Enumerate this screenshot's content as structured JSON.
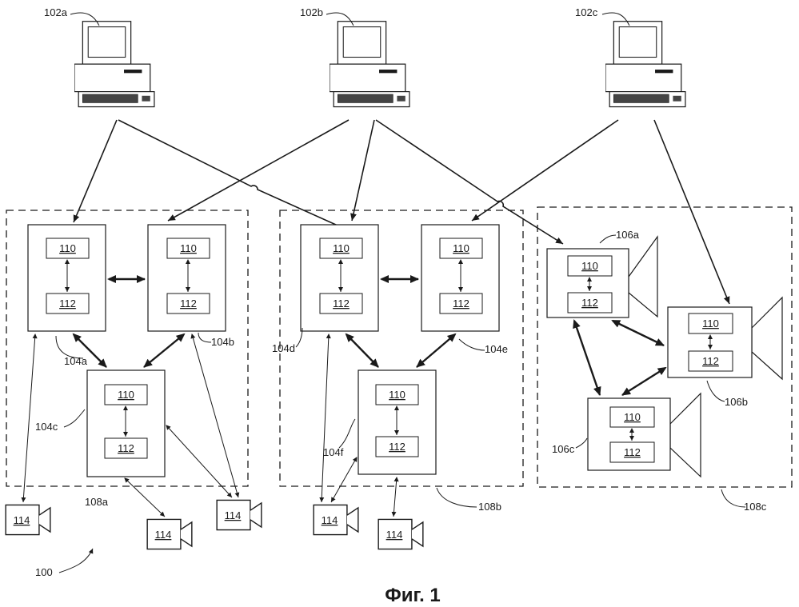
{
  "figure": {
    "caption": "Фиг. 1",
    "system_ref": "100"
  },
  "computers": [
    {
      "ref": "102a"
    },
    {
      "ref": "102b"
    },
    {
      "ref": "102c"
    }
  ],
  "groups": [
    {
      "ref": "108a"
    },
    {
      "ref": "108b"
    },
    {
      "ref": "108c"
    }
  ],
  "nodes": {
    "104a": {
      "ref": "104a",
      "top": "110",
      "bottom": "112"
    },
    "104b": {
      "ref": "104b",
      "top": "110",
      "bottom": "112"
    },
    "104c": {
      "ref": "104c",
      "top": "110",
      "bottom": "112"
    },
    "104d": {
      "ref": "104d",
      "top": "110",
      "bottom": "112"
    },
    "104e": {
      "ref": "104e",
      "top": "110",
      "bottom": "112"
    },
    "104f": {
      "ref": "104f",
      "top": "110",
      "bottom": "112"
    },
    "106a": {
      "ref": "106a",
      "top": "110",
      "bottom": "112"
    },
    "106b": {
      "ref": "106b",
      "top": "110",
      "bottom": "112"
    },
    "106c": {
      "ref": "106c",
      "top": "110",
      "bottom": "112"
    }
  },
  "small_cameras": [
    {
      "label": "114"
    },
    {
      "label": "114"
    },
    {
      "label": "114"
    },
    {
      "label": "114"
    },
    {
      "label": "114"
    }
  ]
}
